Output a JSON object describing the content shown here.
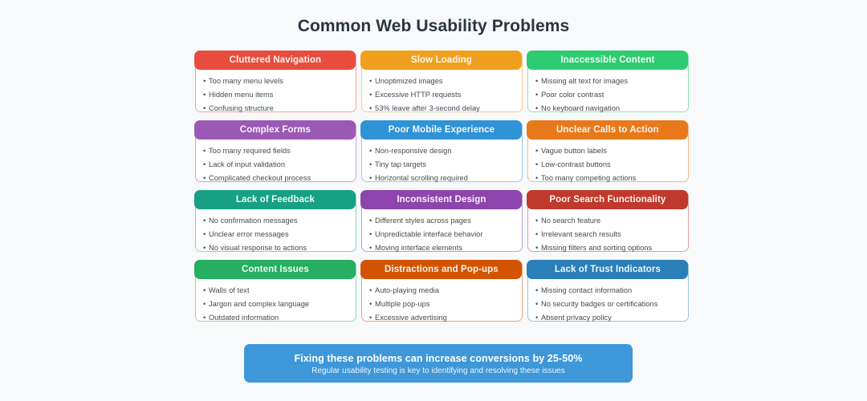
{
  "page": {
    "title": "Common Web Usability Problems",
    "background_color": "#f7f9fa",
    "title_color": "#2c3440",
    "bullet_marker": "•"
  },
  "cards": [
    {
      "title": "Cluttered Navigation",
      "color": "#e74c3c",
      "border_color": "#f0a49c",
      "items": [
        "Too many menu levels",
        "Hidden menu items",
        "Confusing structure"
      ]
    },
    {
      "title": "Slow Loading",
      "color": "#f0a01e",
      "border_color": "#f5cd8a",
      "items": [
        "Unoptimized images",
        "Excessive HTTP requests",
        "53% leave after 3-second delay"
      ]
    },
    {
      "title": "Inaccessible Content",
      "color": "#2ecc71",
      "border_color": "#8fe3b5",
      "items": [
        "Missing alt text for images",
        "Poor color contrast",
        "No keyboard navigation"
      ]
    },
    {
      "title": "Complex Forms",
      "color": "#9b59b6",
      "border_color": "#c9a0da",
      "items": [
        "Too many required fields",
        "Lack of input validation",
        "Complicated checkout process"
      ]
    },
    {
      "title": "Poor Mobile Experience",
      "color": "#2f93d6",
      "border_color": "#9cc9e9",
      "items": [
        "Non-responsive design",
        "Tiny tap targets",
        "Horizontal scrolling required"
      ]
    },
    {
      "title": "Unclear Calls to Action",
      "color": "#e8791b",
      "border_color": "#f2b989",
      "items": [
        "Vague button labels",
        "Low-contrast buttons",
        "Too many competing actions"
      ]
    },
    {
      "title": "Lack of Feedback",
      "color": "#17a085",
      "border_color": "#8bd0c2",
      "items": [
        "No confirmation messages",
        "Unclear error messages",
        "No visual response to actions"
      ]
    },
    {
      "title": "Inconsistent Design",
      "color": "#8e44ad",
      "border_color": "#c49ad6",
      "items": [
        "Different styles across pages",
        "Unpredictable interface behavior",
        "Moving interface elements"
      ]
    },
    {
      "title": "Poor Search Functionality",
      "color": "#c0392b",
      "border_color": "#dfa199",
      "items": [
        "No search feature",
        "Irrelevant search results",
        "Missing filters and sorting options"
      ]
    },
    {
      "title": "Content Issues",
      "color": "#27ae60",
      "border_color": "#93d8b0",
      "items": [
        "Walls of text",
        "Jargon and complex language",
        "Outdated information"
      ]
    },
    {
      "title": "Distractions and Pop-ups",
      "color": "#d35400",
      "border_color": "#e9a57a",
      "items": [
        "Auto-playing media",
        "Multiple pop-ups",
        "Excessive advertising"
      ]
    },
    {
      "title": "Lack of Trust Indicators",
      "color": "#2b7fb8",
      "border_color": "#9cc2dc",
      "items": [
        "Missing contact information",
        "No security badges or certifications",
        "Absent privacy policy"
      ]
    }
  ],
  "banner": {
    "title": "Fixing these problems can increase conversions by 25-50%",
    "subtitle": "Regular usability testing is key to identifying and resolving these issues",
    "color": "#3d97d8"
  }
}
